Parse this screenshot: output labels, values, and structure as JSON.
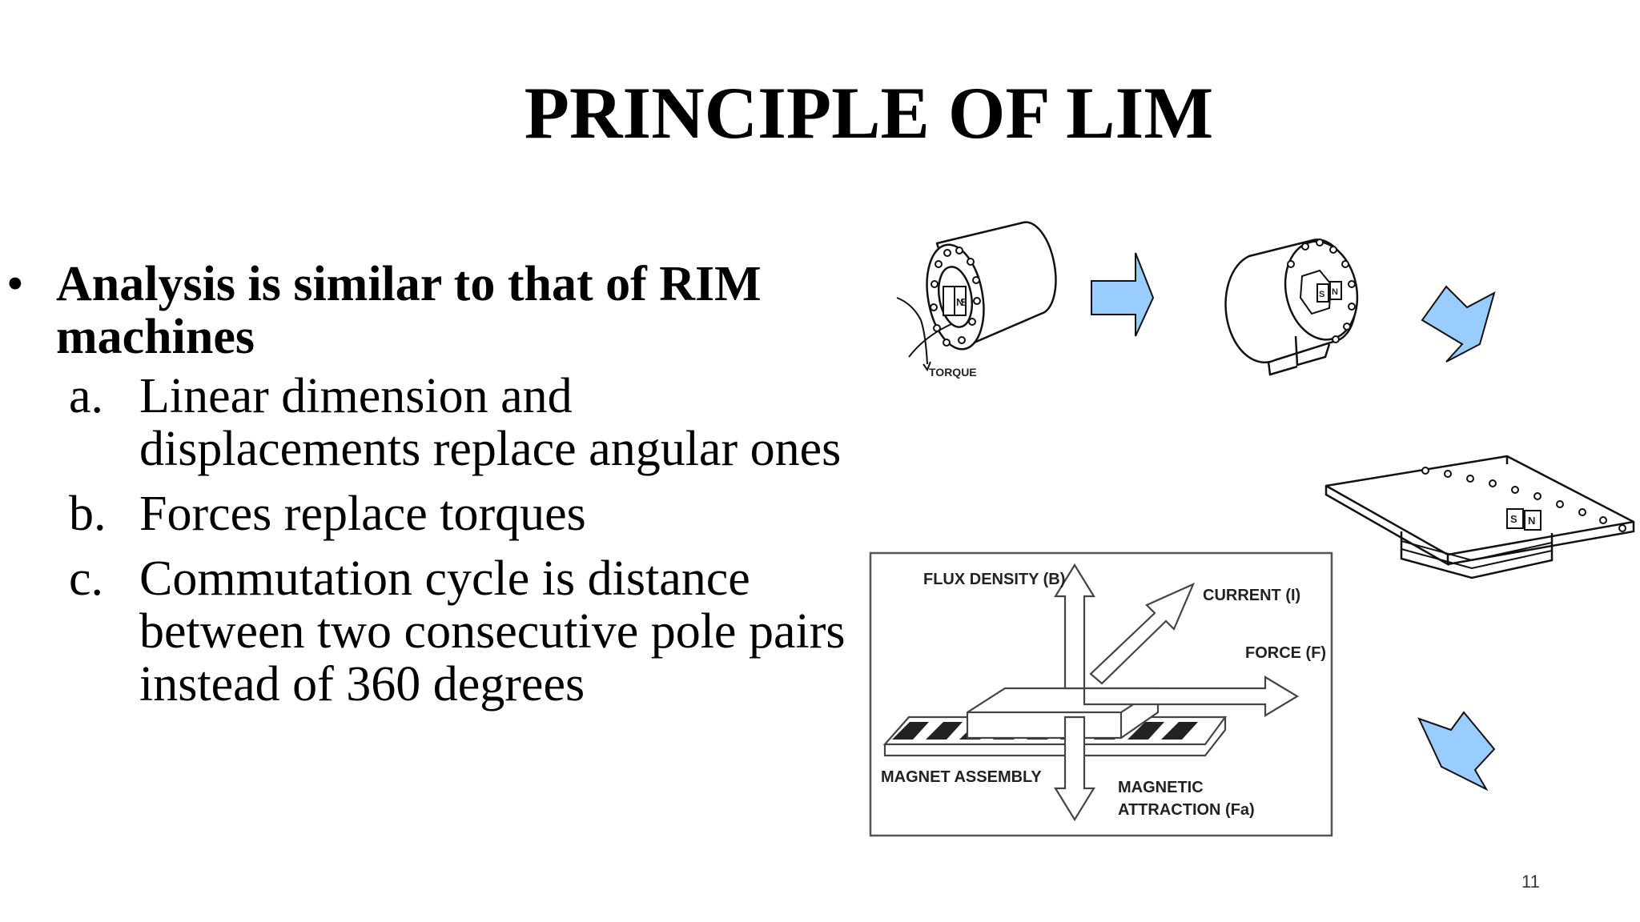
{
  "slide": {
    "title": "PRINCIPLE OF LIM",
    "bullet": {
      "marker": "•",
      "text": "Analysis is similar to that of RIM machines"
    },
    "subitems": [
      {
        "marker": "a.",
        "text": "Linear dimension and displacements replace angular ones"
      },
      {
        "marker": "b.",
        "text": "Forces replace torques"
      },
      {
        "marker": "c.",
        "text": "Commutation cycle is distance between two consecutive pole pairs instead of 360 degrees"
      }
    ],
    "page_number": "11"
  },
  "figure": {
    "torque_label": "TORQUE",
    "pole_north": "N",
    "pole_south": "S",
    "arrow_color": "#99ccff",
    "diagram": {
      "flux_label": "FLUX DENSITY (B)",
      "current_label": "CURRENT (I)",
      "force_label": "FORCE (F)",
      "magnet_label": "MAGNET ASSEMBLY",
      "attraction_label_1": "MAGNETIC",
      "attraction_label_2": "ATTRACTION (Fa)"
    }
  }
}
